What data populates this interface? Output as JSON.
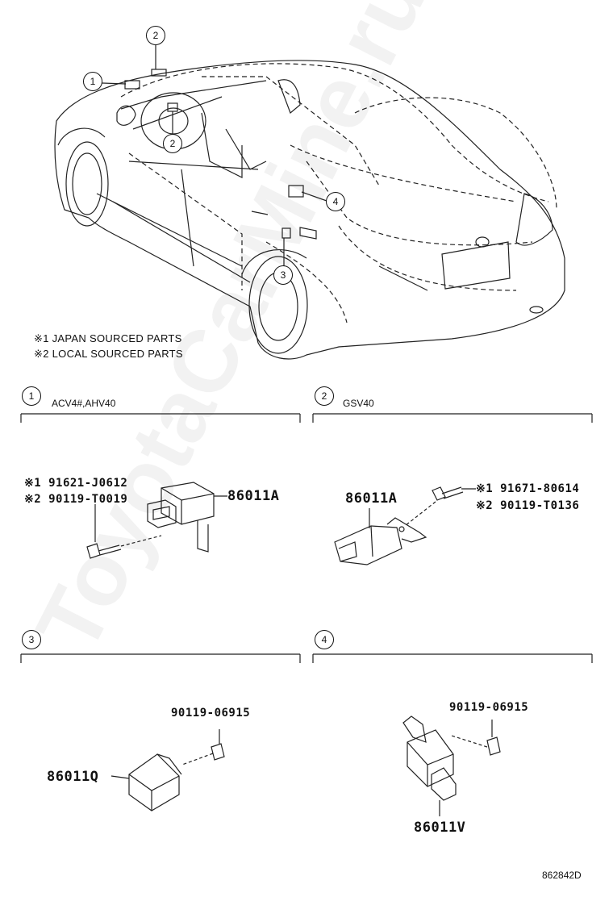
{
  "notes": {
    "japan": "※1 JAPAN SOURCED PARTS",
    "local": "※2 LOCAL SOURCED PARTS"
  },
  "callouts": {
    "c1": "1",
    "c2": "2",
    "c3": "3",
    "c4": "4"
  },
  "sections": [
    {
      "num": "1",
      "label": "ACV4#,AHV40",
      "part": "86011A",
      "bolt_jp": "※1 91621-J0612",
      "bolt_local": "※2 90119-T0019"
    },
    {
      "num": "2",
      "label": "GSV40",
      "part": "86011A",
      "bolt_jp": "※1 91671-80614",
      "bolt_local": "※2 90119-T0136"
    },
    {
      "num": "3",
      "label": "",
      "part": "86011Q",
      "bolt": "90119-06915"
    },
    {
      "num": "4",
      "label": "",
      "part": "86011V",
      "bolt": "90119-06915"
    }
  ],
  "diagram_code": "862842D",
  "watermark": "ToyotaCarMine.ru"
}
